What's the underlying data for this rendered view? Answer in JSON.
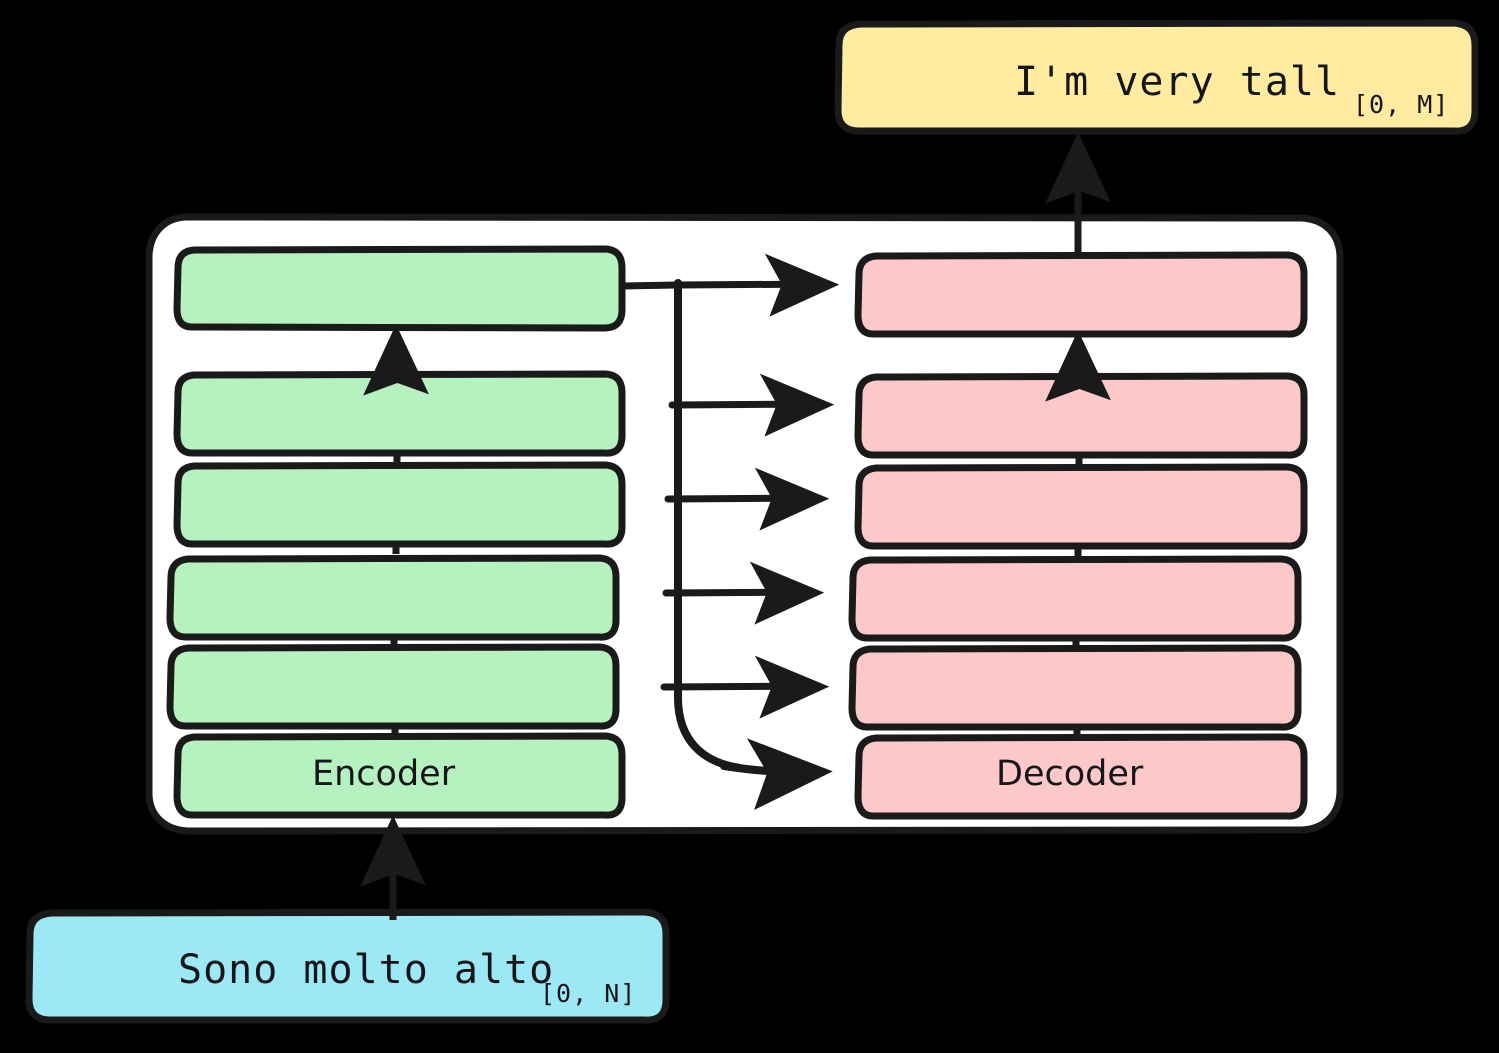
{
  "diagram": {
    "title": "Encoder-Decoder sequence-to-sequence translation diagram",
    "background_color": "#000000",
    "panel_color": "#ffffff",
    "stroke_color": "#1a1a1a"
  },
  "input_box": {
    "text": "Sono molto alto",
    "range": "[0, N]",
    "color": "#9ce9f5",
    "icon": "input-sequence-box"
  },
  "output_box": {
    "text": "I'm very tall",
    "range": "[0, M]",
    "color": "#ffeca0",
    "icon": "output-sequence-box"
  },
  "encoder": {
    "name": "Encoder",
    "color": "#b5f2c0",
    "layer_count": 6,
    "layers": [
      {
        "id": "enc-6",
        "label": ""
      },
      {
        "id": "enc-5",
        "label": ""
      },
      {
        "id": "enc-4",
        "label": ""
      },
      {
        "id": "enc-3",
        "label": ""
      },
      {
        "id": "enc-2",
        "label": ""
      },
      {
        "id": "enc-1",
        "label": "Encoder"
      }
    ]
  },
  "decoder": {
    "name": "Decoder",
    "color": "#fcc8c8",
    "layer_count": 6,
    "layers": [
      {
        "id": "dec-6",
        "label": ""
      },
      {
        "id": "dec-5",
        "label": ""
      },
      {
        "id": "dec-4",
        "label": ""
      },
      {
        "id": "dec-3",
        "label": ""
      },
      {
        "id": "dec-2",
        "label": ""
      },
      {
        "id": "dec-1",
        "label": "Decoder"
      }
    ]
  },
  "connections": {
    "input_to_encoder": "arrow-up",
    "decoder_to_output": "arrow-up",
    "encoder_to_decoder_count": 6,
    "encoder_output_bus": "cross-attention-bus"
  }
}
